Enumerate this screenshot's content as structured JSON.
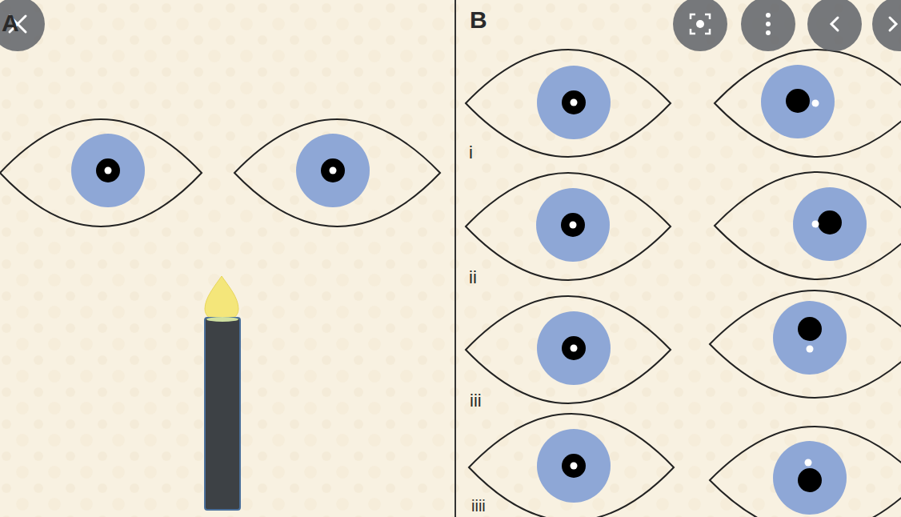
{
  "diagram": {
    "labels": [
      "A",
      "B",
      "i",
      "ii",
      "iii",
      "iiii"
    ]
  }
}
